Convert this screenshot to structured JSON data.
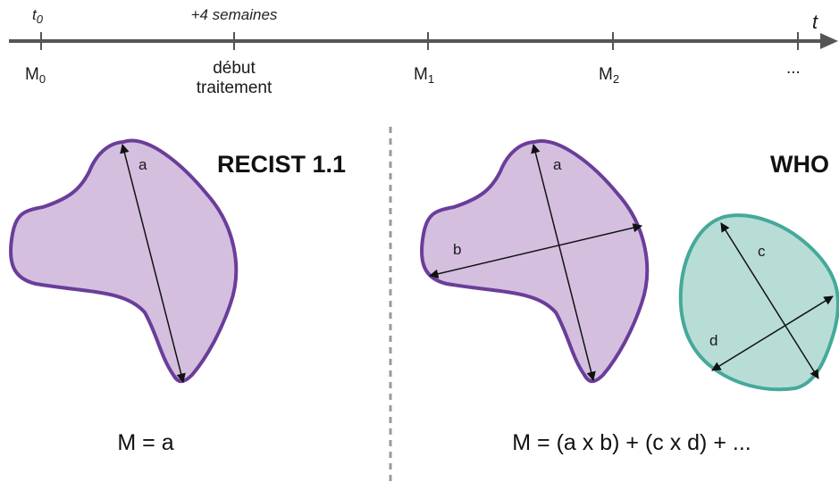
{
  "timeline": {
    "axis_label": "t",
    "ticks": [
      {
        "above": "t",
        "above_sub": "0",
        "below": "M",
        "below_sub": "0"
      },
      {
        "above": "+4 semaines",
        "below": "début",
        "below2": "traitement"
      },
      {
        "below": "M",
        "below_sub": "1"
      },
      {
        "below": "M",
        "below_sub": "2"
      },
      {
        "below": "..."
      }
    ]
  },
  "recist": {
    "title": "RECIST 1.1",
    "diameter_label": "a",
    "formula": "M = a",
    "shape_color": "#d4bfdf",
    "outline_color": "#6b3d9a"
  },
  "who": {
    "title": "WHO",
    "lesion1_labels": [
      "a",
      "b"
    ],
    "lesion2_labels": [
      "c",
      "d"
    ],
    "formula": "M = (a x b) + (c x d) + ...",
    "lesion2_color": "#b7ddd6",
    "lesion2_outline": "#45a99a"
  },
  "colors": {
    "axis": "#555555",
    "separator": "#9a9a9a"
  }
}
